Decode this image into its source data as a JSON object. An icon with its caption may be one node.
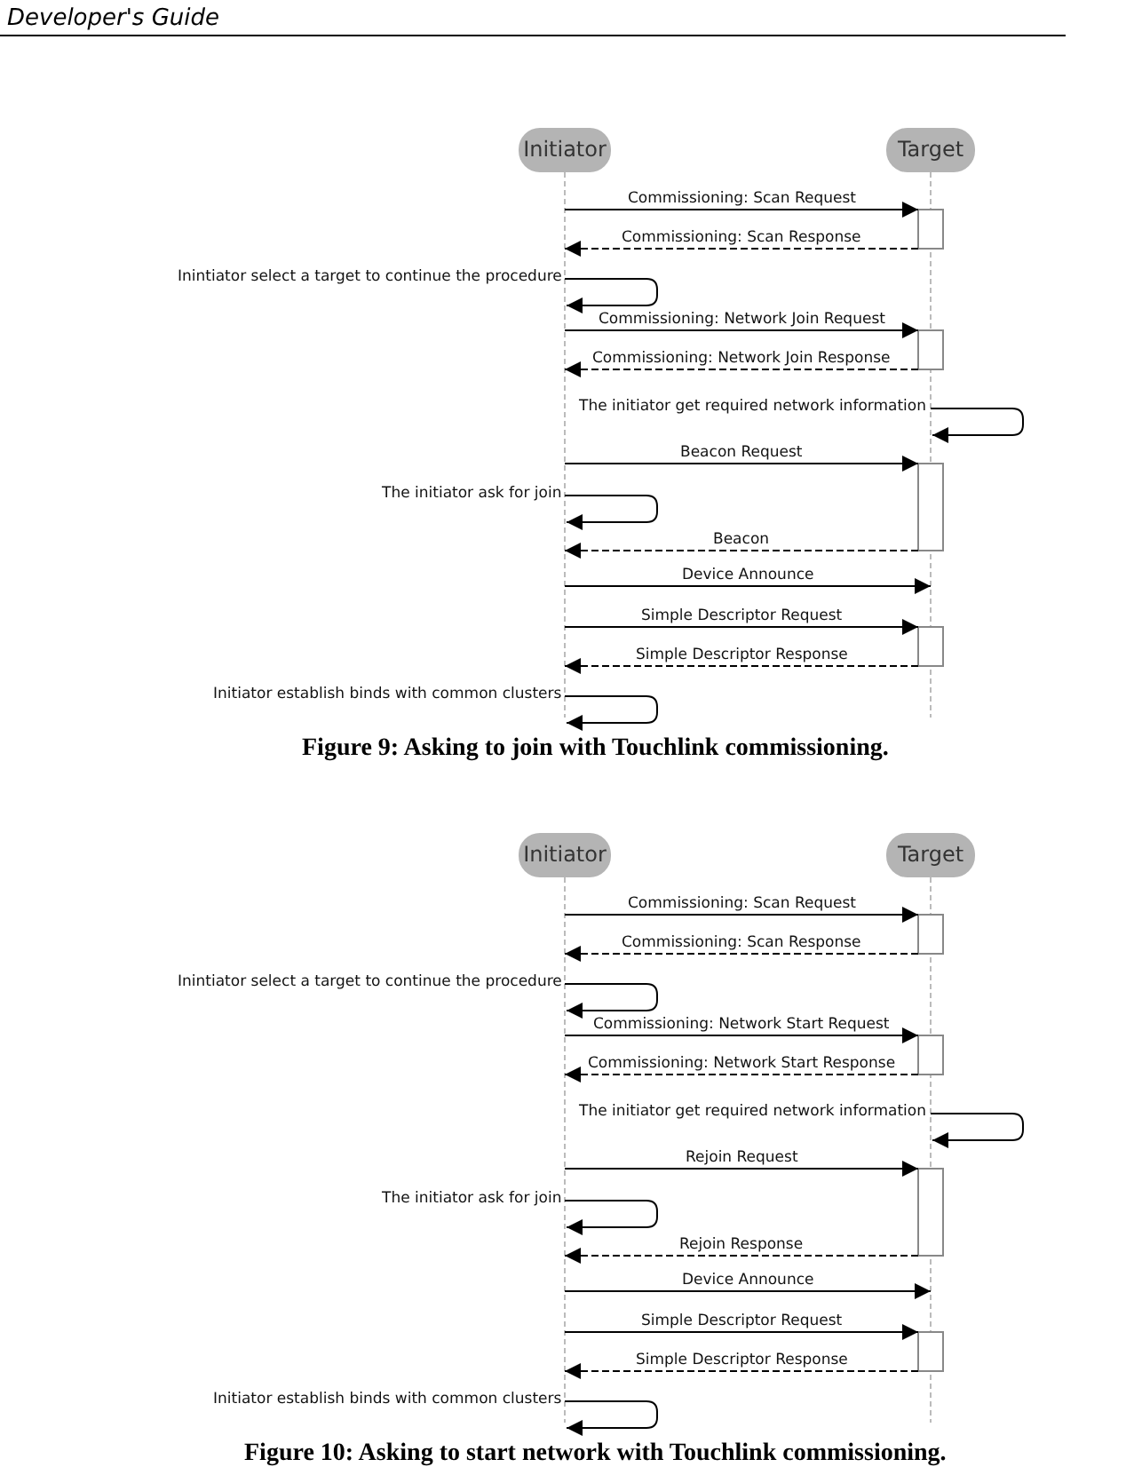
{
  "diagram": {
    "nodes": [
      {
        "text": [
          "Initiator"
        ]
      },
      {
        "text": [
          "Target"
        ]
      },
      {
        "text": [
          "Initiator"
        ]
      },
      {
        "text": [
          "Target"
        ]
      }
    ],
    "edges": [
      {
        "from": 0,
        "to": 1,
        "arrow": "to",
        "label": "Commissioning: Scan Request"
      },
      {
        "from": 1,
        "to": 0,
        "arrow": "to",
        "label": "Commissioning: Scan Response",
        "style": "dashed"
      },
      {
        "from": 0,
        "to": 0,
        "arrow": "to",
        "label": "Inintiator select a target to continue the procedure"
      },
      {
        "from": 0,
        "to": 1,
        "arrow": "to",
        "label": "Commissioning: Network Join Request"
      },
      {
        "from": 1,
        "to": 0,
        "arrow": "to",
        "label": "Commissioning: Network Join Response",
        "style": "dashed"
      },
      {
        "from": 1,
        "to": 1,
        "arrow": "to",
        "label": "The initiator get required network information"
      },
      {
        "from": 0,
        "to": 1,
        "arrow": "to",
        "label": "Beacon Request"
      },
      {
        "from": 0,
        "to": 0,
        "arrow": "to",
        "label": "The initiator ask for join"
      },
      {
        "from": 1,
        "to": 0,
        "arrow": "to",
        "label": "Beacon",
        "style": "dashed"
      },
      {
        "from": 0,
        "to": 1,
        "arrow": "to",
        "label": "Device Announce"
      },
      {
        "from": 0,
        "to": 1,
        "arrow": "to",
        "label": "Simple Descriptor Request"
      },
      {
        "from": 1,
        "to": 0,
        "arrow": "to",
        "label": "Simple Descriptor Response",
        "style": "dashed"
      },
      {
        "from": 0,
        "to": 0,
        "arrow": "to",
        "label": "Initiator establish binds with common clusters"
      },
      {
        "from": 2,
        "to": 3,
        "arrow": "to",
        "label": "Commissioning: Scan Request"
      },
      {
        "from": 3,
        "to": 2,
        "arrow": "to",
        "label": "Commissioning: Scan Response",
        "style": "dashed"
      },
      {
        "from": 2,
        "to": 2,
        "arrow": "to",
        "label": "Inintiator select a target to continue the procedure"
      },
      {
        "from": 2,
        "to": 3,
        "arrow": "to",
        "label": "Commissioning: Network Start Request"
      },
      {
        "from": 3,
        "to": 2,
        "arrow": "to",
        "label": "Commissioning: Network Start Response",
        "style": "dashed"
      },
      {
        "from": 3,
        "to": 3,
        "arrow": "to",
        "label": "The initiator get required network information"
      },
      {
        "from": 2,
        "to": 3,
        "arrow": "to",
        "label": "Rejoin Request"
      },
      {
        "from": 2,
        "to": 2,
        "arrow": "to",
        "label": "The initiator ask for join"
      },
      {
        "from": 3,
        "to": 2,
        "arrow": "to",
        "label": "Rejoin Response",
        "style": "dashed"
      },
      {
        "from": 2,
        "to": 3,
        "arrow": "to",
        "label": "Device Announce"
      },
      {
        "from": 2,
        "to": 3,
        "arrow": "to",
        "label": "Simple Descriptor Request"
      },
      {
        "from": 3,
        "to": 2,
        "arrow": "to",
        "label": "Simple Descriptor Response",
        "style": "dashed"
      },
      {
        "from": 2,
        "to": 2,
        "arrow": "to",
        "label": "Initiator establish binds with common clusters"
      }
    ],
    "labels": [
      "Developer's Guide",
      "Figure 9: Asking to join with Touchlink commissioning.",
      "Figure 10: Asking to start network with Touchlink commissioning."
    ]
  }
}
